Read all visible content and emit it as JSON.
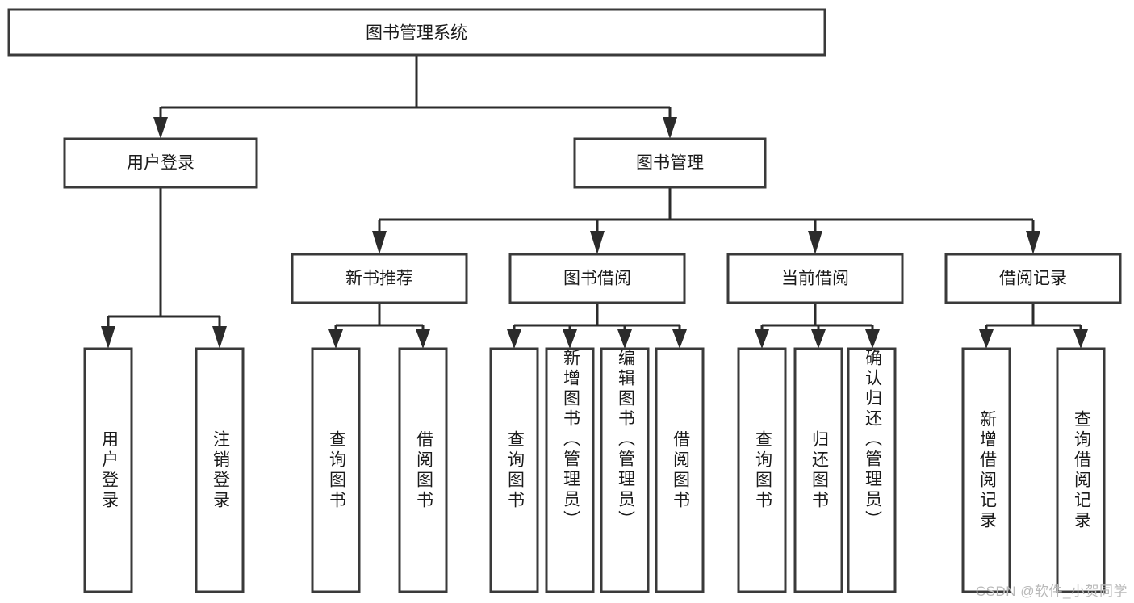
{
  "diagram": {
    "kind": "tree-hierarchy-diagram",
    "title_node": {
      "label": "图书管理系统"
    },
    "level2": [
      {
        "id": "user-login",
        "label": "用户登录"
      },
      {
        "id": "book-manage",
        "label": "图书管理"
      }
    ],
    "level3": [
      {
        "id": "new-book-recommend",
        "label": "新书推荐",
        "parent": "book-manage"
      },
      {
        "id": "book-borrow",
        "label": "图书借阅",
        "parent": "book-manage"
      },
      {
        "id": "current-borrow",
        "label": "当前借阅",
        "parent": "book-manage"
      },
      {
        "id": "borrow-record",
        "label": "借阅记录",
        "parent": "book-manage"
      }
    ],
    "leaves": [
      {
        "id": "leaf-user-login",
        "label": "用户登录",
        "parent": "user-login"
      },
      {
        "id": "leaf-user-logout",
        "label": "注销登录",
        "parent": "user-login"
      },
      {
        "id": "leaf-query-book-1",
        "label": "查询图书",
        "parent": "new-book-recommend"
      },
      {
        "id": "leaf-borrow-book-1",
        "label": "借阅图书",
        "parent": "new-book-recommend"
      },
      {
        "id": "leaf-query-book-2",
        "label": "查询图书",
        "parent": "book-borrow"
      },
      {
        "id": "leaf-add-book",
        "label": "新增图书（管理员）",
        "parent": "book-borrow"
      },
      {
        "id": "leaf-edit-book",
        "label": "编辑图书（管理员）",
        "parent": "book-borrow"
      },
      {
        "id": "leaf-borrow-book-2",
        "label": "借阅图书",
        "parent": "book-borrow"
      },
      {
        "id": "leaf-query-book-3",
        "label": "查询图书",
        "parent": "current-borrow"
      },
      {
        "id": "leaf-return-book",
        "label": "归还图书",
        "parent": "current-borrow"
      },
      {
        "id": "leaf-confirm-return",
        "label": "确认归还（管理员）",
        "parent": "current-borrow"
      },
      {
        "id": "leaf-add-record",
        "label": "新增借阅记录",
        "parent": "borrow-record"
      },
      {
        "id": "leaf-query-record",
        "label": "查询借阅记录",
        "parent": "borrow-record"
      }
    ],
    "watermark": "CSDN @软件_小贺同学",
    "colors": {
      "box_stroke": "#3a3a3a",
      "connector": "#2b2b2b",
      "text": "#1b1b1b",
      "background": "#ffffff",
      "watermark": "#b9b9b9"
    }
  }
}
